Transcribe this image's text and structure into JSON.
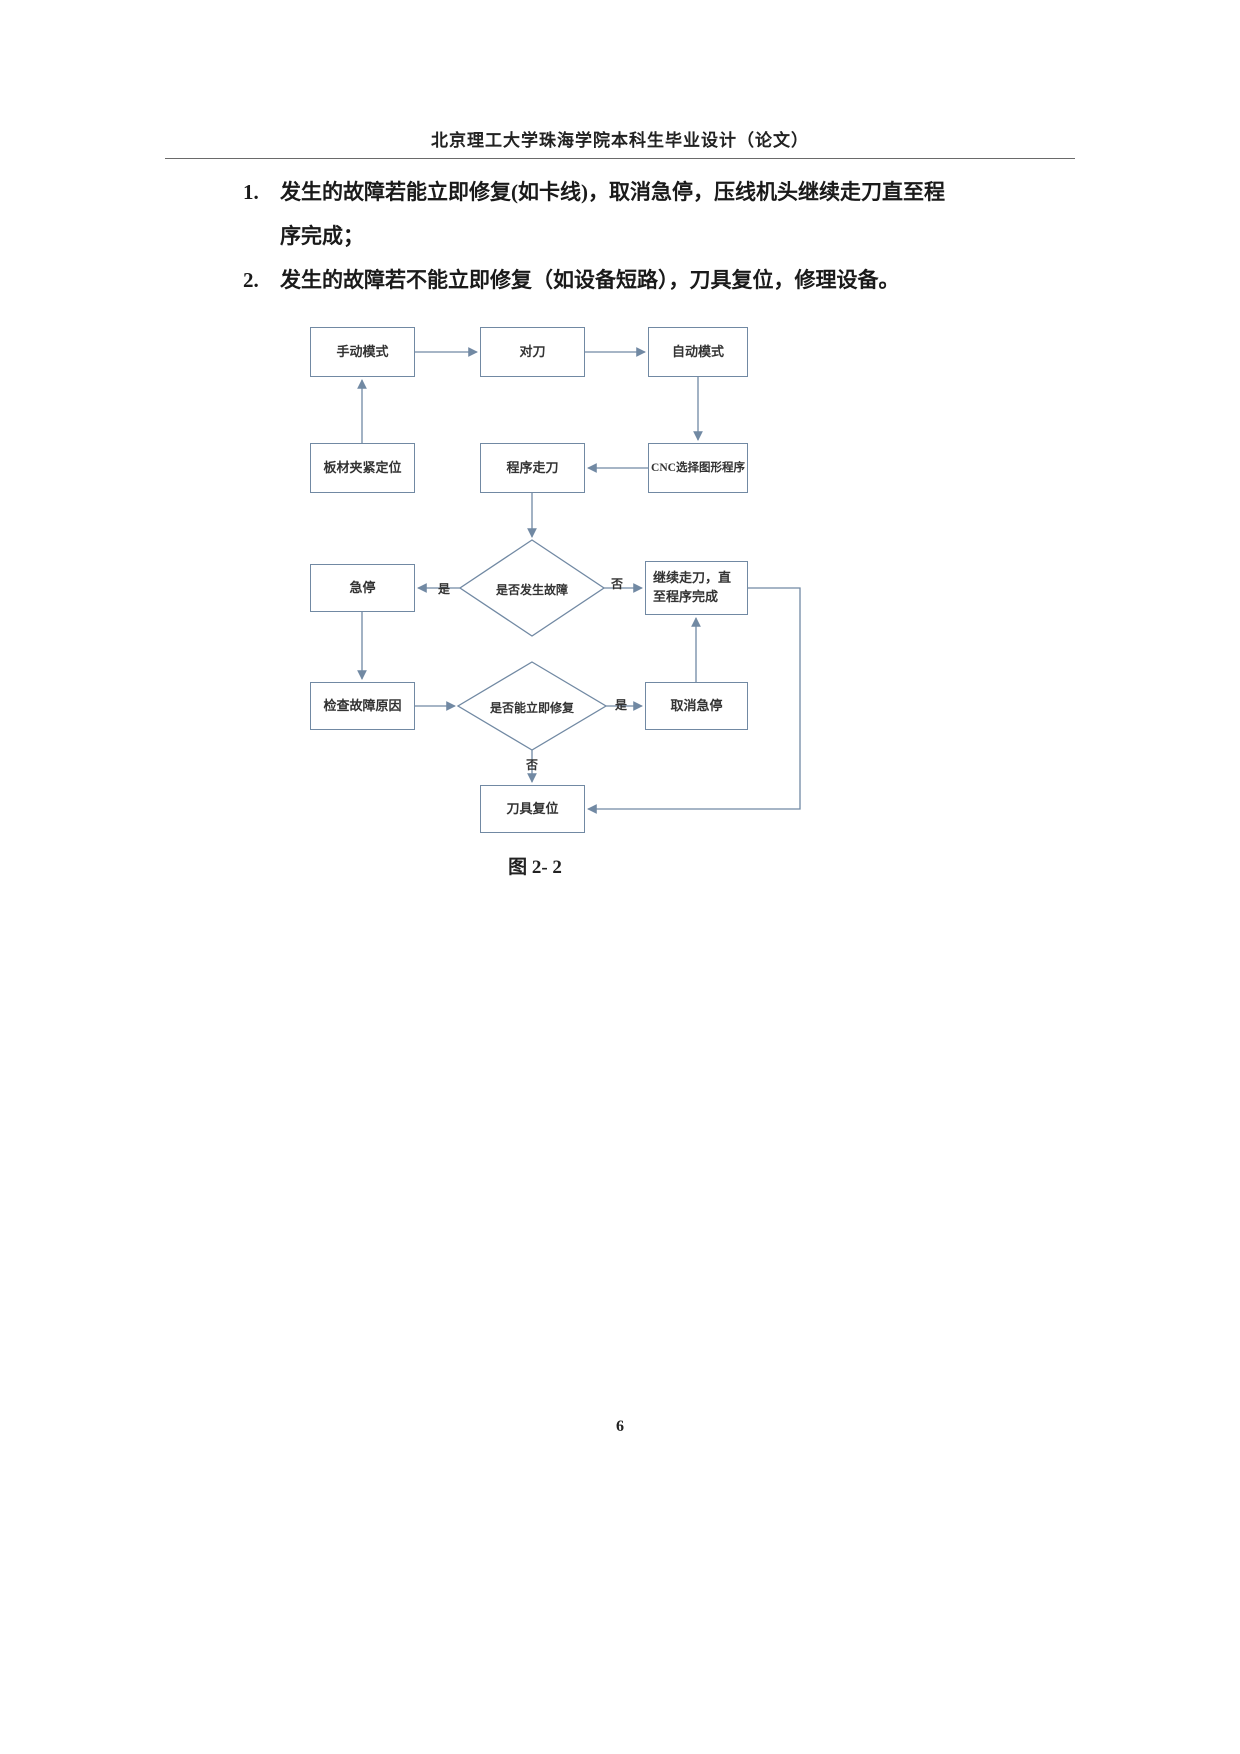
{
  "header": {
    "title": "北京理工大学珠海学院本科生毕业设计（论文）"
  },
  "list": {
    "items": [
      {
        "number": "1.",
        "text": "发生的故障若能立即修复(如卡线)，取消急停，压线机头继续走刀直至程序完成；"
      },
      {
        "number": "2.",
        "text": "发生的故障若不能立即修复（如设备短路），刀具复位，修理设备。"
      }
    ]
  },
  "flowchart": {
    "nodes": {
      "manual_mode": "手动模式",
      "tool_setting": "对刀",
      "auto_mode": "自动模式",
      "clamp_position": "板材夹紧定位",
      "program_run": "程序走刀",
      "cnc_select": "CNC选择图形程序",
      "fault_decision": "是否发生故障",
      "emergency_stop": "急停",
      "continue_run": "继续走刀，直至程序完成",
      "check_fault": "检查故障原因",
      "repair_decision": "是否能立即修复",
      "cancel_stop": "取消急停",
      "tool_reset": "刀具复位"
    },
    "edge_labels": {
      "yes": "是",
      "no": "否"
    },
    "caption": "图 2- 2"
  },
  "footer": {
    "page_number": "6"
  },
  "colors": {
    "flow_stroke": "#7189a3",
    "text": "#1a1a1a"
  }
}
